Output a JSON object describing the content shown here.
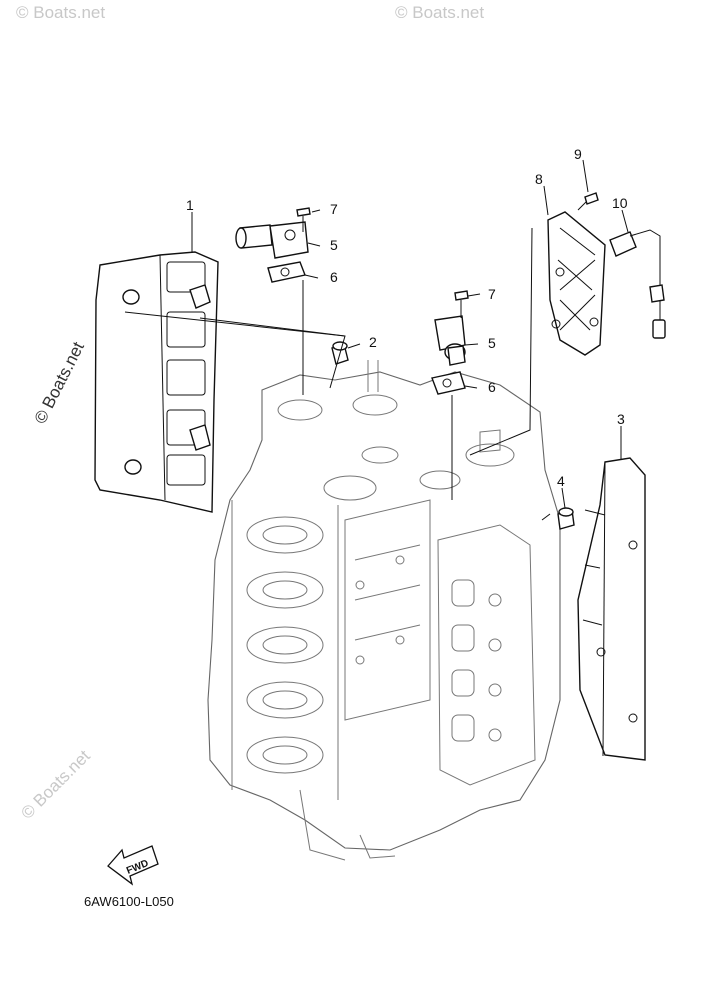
{
  "callouts": {
    "c1": "1",
    "c2": "2",
    "c3": "3",
    "c4": "4",
    "c5a": "5",
    "c5b": "5",
    "c6a": "6",
    "c6b": "6",
    "c7a": "7",
    "c7b": "7",
    "c8": "8",
    "c9": "9",
    "c10": "10"
  },
  "fwd_label": "FWD",
  "diagram_code": "6AW6100-L050",
  "watermark": {
    "main": "© Boats.net",
    "secondary": "© Boats.net"
  },
  "icons": [
    "fwd-arrow-icon"
  ]
}
